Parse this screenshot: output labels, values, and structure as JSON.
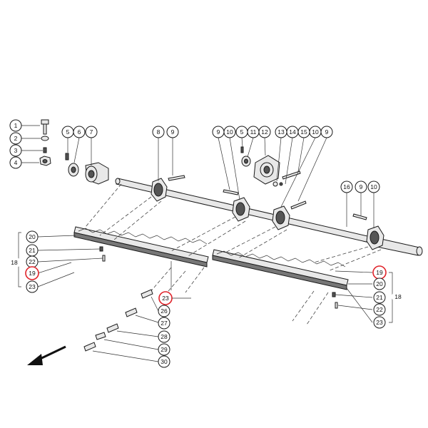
{
  "callouts": {
    "c1": "1",
    "c2": "2",
    "c3": "3",
    "c4": "4",
    "c5a": "5",
    "c6": "6",
    "c7": "7",
    "c8": "8",
    "c9a": "9",
    "c9b": "9",
    "c10a": "10",
    "c5b": "5",
    "c11": "11",
    "c12": "12",
    "c13": "13",
    "c14": "14",
    "c15": "15",
    "c10b": "10",
    "c9c": "9",
    "c16": "16",
    "c9d": "9",
    "c10c": "10",
    "l20": "20",
    "l21": "21",
    "l22": "22",
    "l18": "18",
    "l19": "19",
    "l23": "23",
    "r19": "19",
    "r20": "20",
    "r21": "21",
    "r18": "18",
    "r22": "22",
    "r23": "23",
    "m23": "23",
    "c26": "26",
    "c27": "27",
    "c28": "28",
    "c29": "29",
    "c30": "30"
  },
  "highlight_color": "#e0242b",
  "direction_arrow": "arrow-down-left-icon"
}
